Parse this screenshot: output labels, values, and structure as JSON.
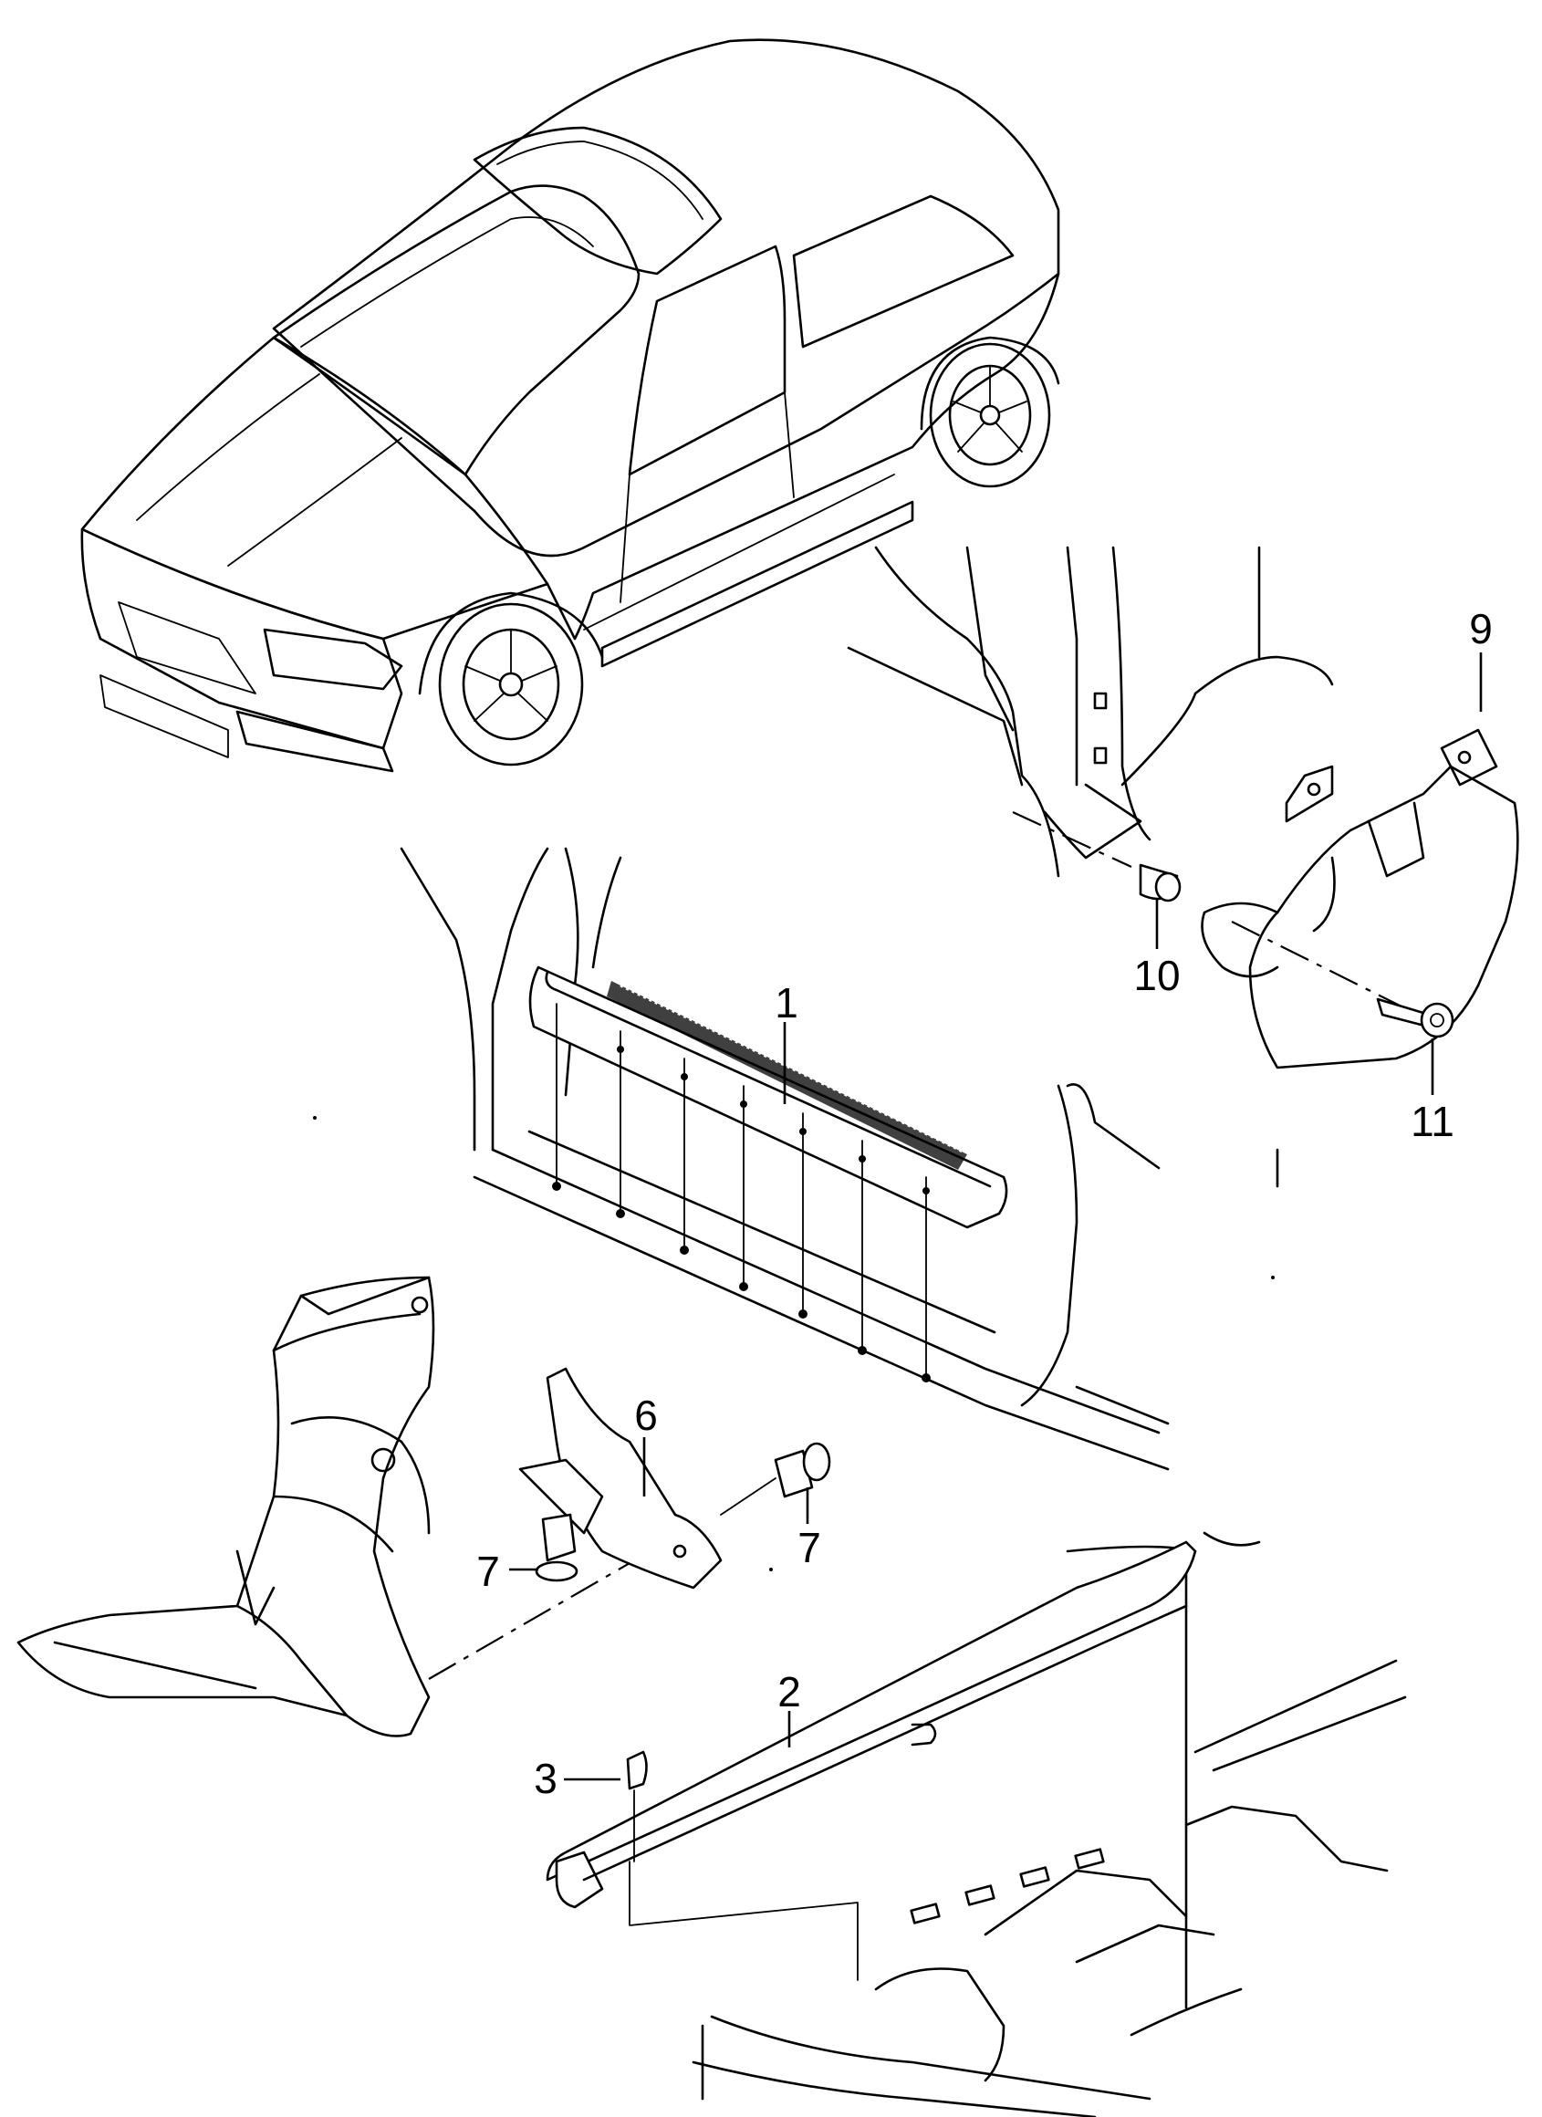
{
  "callouts": [
    {
      "id": "c1",
      "text": "1"
    },
    {
      "id": "c2",
      "text": "2"
    },
    {
      "id": "c3",
      "text": "3"
    },
    {
      "id": "c6",
      "text": "6"
    },
    {
      "id": "c7a",
      "text": "7"
    },
    {
      "id": "c7b",
      "text": "7"
    },
    {
      "id": "c9",
      "text": "9"
    },
    {
      "id": "c10",
      "text": "10"
    },
    {
      "id": "c11",
      "text": "11"
    }
  ]
}
